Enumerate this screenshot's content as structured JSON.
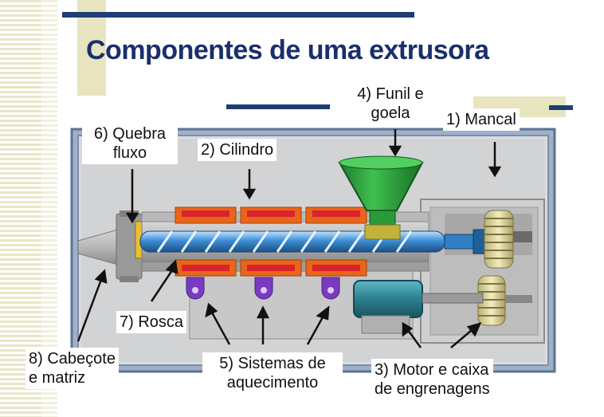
{
  "title": "Componentes de uma extrusora",
  "labels": {
    "mancal": "1) Mancal",
    "cilindro": "2) Cilindro",
    "motor_line1": "3) Motor e caixa",
    "motor_line2": "de engrenagens",
    "funil_line1": "4) Funil e",
    "funil_line2": "goela",
    "sistemas_line1": "5) Sistemas de",
    "sistemas_line2": "aquecimento",
    "quebra_line1": "6) Quebra",
    "quebra_line2": "fluxo",
    "rosca": "7) Rosca",
    "cabecote_line1": "8) Cabeçote",
    "cabecote_line2": "e matriz"
  },
  "colors": {
    "title": "#1a2f6b",
    "accent_bar": "#1f3d73",
    "deco": "#e7e4bf",
    "frame": "#8fa3bd",
    "hopper": "#2ea043",
    "screw": "#3d8fd6",
    "heater": "#e8651a",
    "heater_core": "#d9232d",
    "motor": "#2b7f8f",
    "gear": "#e9e1a6",
    "plug": "#7a3bc0"
  }
}
